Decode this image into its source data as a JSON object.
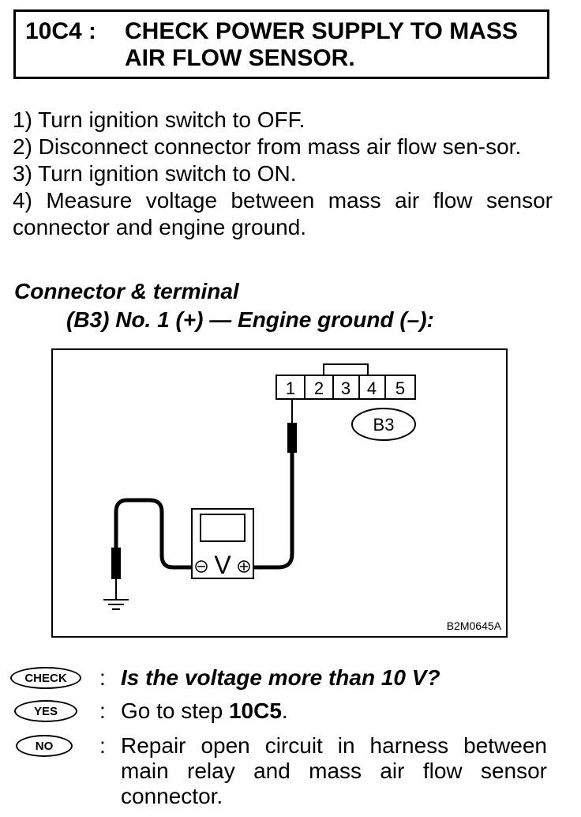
{
  "step_header": {
    "code": "10C4 :",
    "title": "CHECK POWER SUPPLY TO MASS AIR FLOW SENSOR."
  },
  "procedure": [
    {
      "text": "1)  Turn ignition switch to OFF."
    },
    {
      "text": "2)  Disconnect connector from mass air flow sen-sor."
    },
    {
      "text": "3)  Turn ignition switch to ON."
    },
    {
      "text": "4)  Measure voltage between mass air flow sensor connector and engine ground."
    }
  ],
  "connector": {
    "heading": "Connector & terminal",
    "detail": "(B3) No. 1 (+) — Engine ground (–):"
  },
  "diagram": {
    "terminals": [
      "1",
      "2",
      "3",
      "4",
      "5"
    ],
    "connector_label": "B3",
    "meter_symbol": "V",
    "figure_code": "B2M0645A"
  },
  "check": {
    "badge": "CHECK",
    "question": "Is the voltage more than 10 V?"
  },
  "yes": {
    "badge": "YES",
    "prefix": "Go to step ",
    "step_ref": "10C5",
    "suffix": "."
  },
  "no": {
    "badge": "NO",
    "answer": "Repair open circuit in harness between main relay and mass air flow sensor connector."
  }
}
